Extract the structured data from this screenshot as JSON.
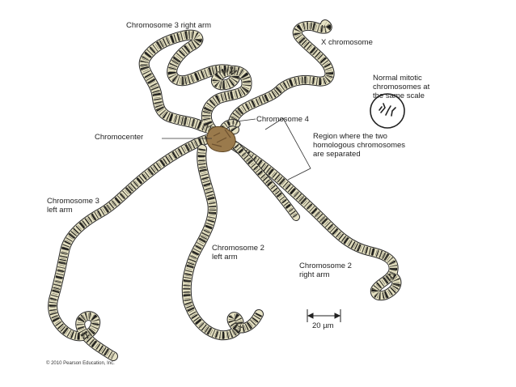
{
  "labels": {
    "chr3_right": "Chromosome 3 right arm",
    "x_chromosome": "X chromosome",
    "normal_mitotic": "Normal mitotic\nchromosomes at\nthe same scale",
    "chromosome4": "Chromosome 4",
    "chromocenter": "Chromocenter",
    "region": "Region where the two\nhomologous chromosomes\nare separated",
    "chr3_left": "Chromosome 3\nleft arm",
    "chr2_left": "Chromosome 2\nleft arm",
    "chr2_right": "Chromosome 2\nright arm",
    "scale_bar": "20 µm"
  },
  "copyright": "© 2010 Pearson Education, Inc.",
  "colors": {
    "chromosome_fill": "#e6e2c4",
    "chromosome_band": "#1c1c1c",
    "chromosome_outline": "#2a2a2a",
    "chromocenter": "#9a7a4c",
    "label_text": "#1e1e1e"
  }
}
